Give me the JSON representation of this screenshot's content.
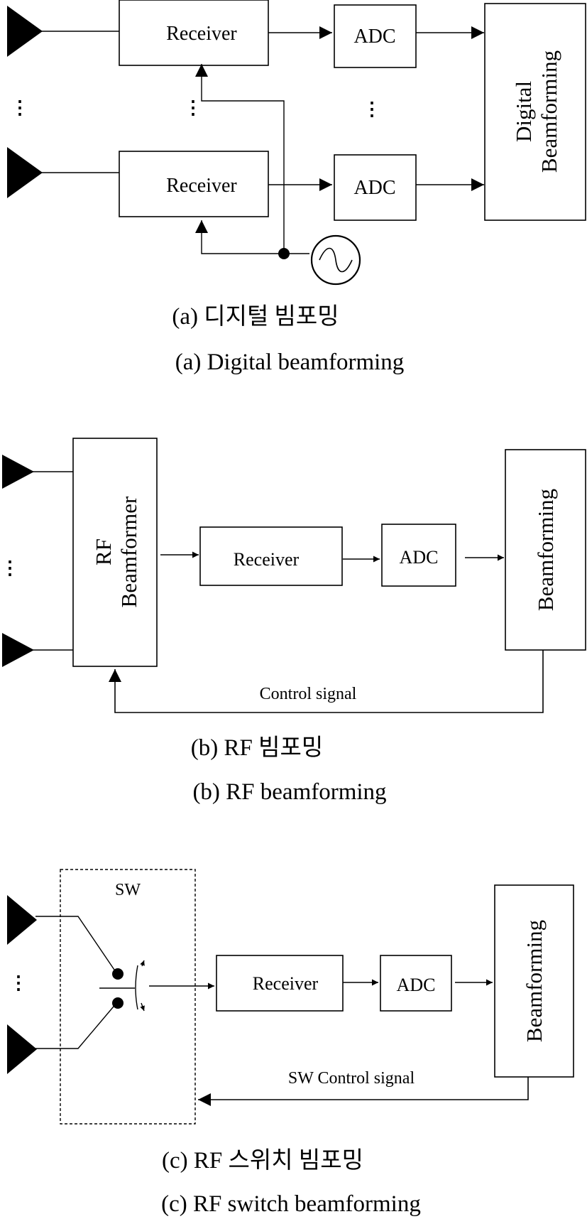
{
  "panel_a": {
    "receiver_top": "Receiver",
    "receiver_bottom": "Receiver",
    "adc_top": "ADC",
    "adc_bottom": "ADC",
    "digital_beamforming_line1": "Digital",
    "digital_beamforming_line2": "Beamforming",
    "ellipsis": "⋮",
    "caption_ko": "(a) 디지털 빔포밍",
    "caption_en": "(a) Digital beamforming"
  },
  "panel_b": {
    "rf_beamformer_line1": "RF",
    "rf_beamformer_line2": "Beamformer",
    "receiver": "Receiver",
    "adc": "ADC",
    "beamforming": "Beamforming",
    "control_signal": "Control signal",
    "ellipsis": "⋮",
    "caption_ko": "(b) RF 빔포밍",
    "caption_en": "(b) RF beamforming"
  },
  "panel_c": {
    "sw": "SW",
    "receiver": "Receiver",
    "adc": "ADC",
    "beamforming": "Beamforming",
    "sw_control_signal": "SW Control signal",
    "ellipsis": "⋮",
    "caption_ko": "(c) RF 스위치 빔포밍",
    "caption_en": "(c) RF switch beamforming"
  }
}
